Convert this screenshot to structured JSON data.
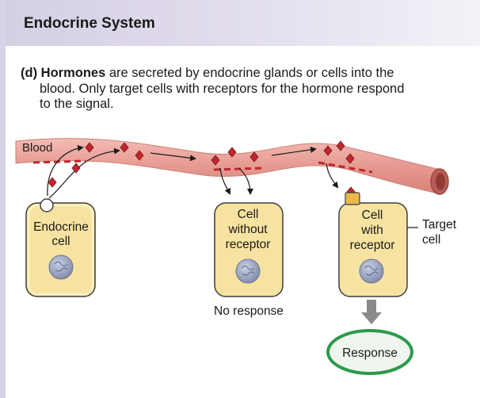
{
  "header": {
    "title": "Endocrine System"
  },
  "caption": {
    "part_label": "(d)",
    "keyword": "Hormones",
    "line1_rest": "are secreted by endocrine glands or cells into the",
    "line2": "blood. Only target cells with receptors for the hormone respond",
    "line3": "to the signal."
  },
  "diagram": {
    "blood_label": "Blood",
    "endocrine_cell": {
      "line1": "Endocrine",
      "line2": "cell"
    },
    "cell_without_receptor": {
      "line1": "Cell",
      "line2": "without",
      "line3": "receptor"
    },
    "cell_with_receptor": {
      "line1": "Cell",
      "line2": "with",
      "line3": "receptor"
    },
    "target_label": {
      "line1": "Target",
      "line2": "cell"
    },
    "no_response": "No response",
    "response": "Response"
  },
  "colors": {
    "vessel": "#e9a29a",
    "vessel_edge": "#b9675f",
    "hormone": "#c1272d",
    "cell_fill": "#f7e3a1",
    "cell_edge": "#3d3d3d",
    "nucleus": "#8c98b4",
    "receptor": "#e8b94a",
    "response_edge": "#2c9a4c",
    "response_fill": "#eef6ee"
  }
}
